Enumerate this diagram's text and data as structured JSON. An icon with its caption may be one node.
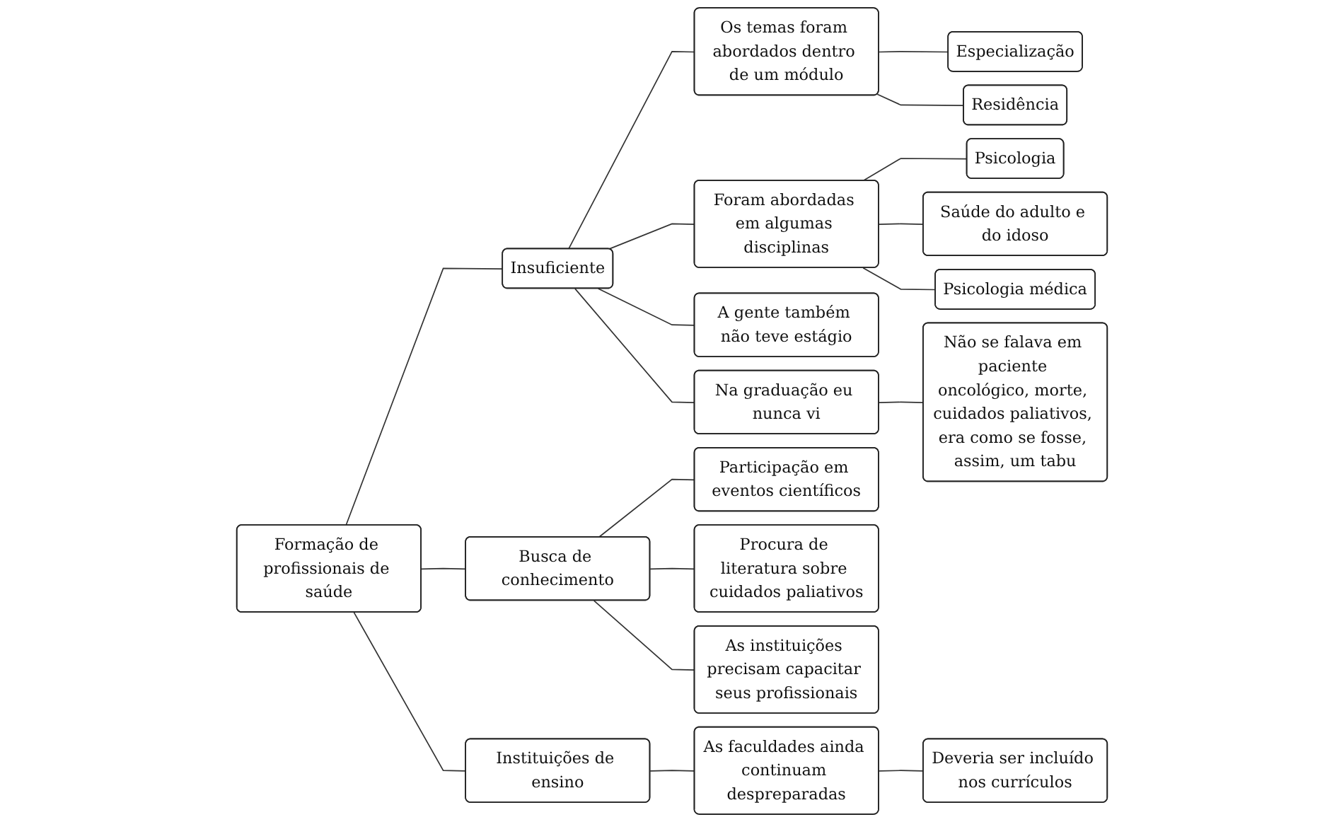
{
  "diagram": {
    "nodes": [
      {
        "text": [
          "Formação de profissionais de saúde"
        ]
      },
      {
        "text": [
          "Insuficiente"
        ]
      },
      {
        "text": [
          "Os temas foram abordados dentro de um módulo"
        ]
      },
      {
        "text": [
          "Especialização"
        ]
      },
      {
        "text": [
          "Residência"
        ]
      },
      {
        "text": [
          "Foram abordadas em algumas disciplinas"
        ]
      },
      {
        "text": [
          "Psicologia"
        ]
      },
      {
        "text": [
          "Saúde do adulto e do idoso"
        ]
      },
      {
        "text": [
          "Psicologia médica"
        ]
      },
      {
        "text": [
          "A gente também não teve estágio"
        ]
      },
      {
        "text": [
          "Na graduação eu nunca vi"
        ]
      },
      {
        "text": [
          "Não se falava em paciente oncológico, morte, cuidados paliativos, era como se fosse, assim, um tabu"
        ]
      },
      {
        "text": [
          "Busca de conhecimento"
        ]
      },
      {
        "text": [
          "Participação em eventos científicos"
        ]
      },
      {
        "text": [
          "Procura de literatura sobre cuidados paliativos"
        ]
      },
      {
        "text": [
          "As instituições precisam capacitar seus profissionais"
        ]
      },
      {
        "text": [
          "Instituições de ensino"
        ]
      },
      {
        "text": [
          "As faculdades ainda continuam despreparadas"
        ]
      },
      {
        "text": [
          "Deveria ser incluído nos currículos"
        ]
      }
    ],
    "edges": [
      {
        "from": 0,
        "to": 1,
        "arrow": "none"
      },
      {
        "from": 1,
        "to": 2,
        "arrow": "none"
      },
      {
        "from": 2,
        "to": 3,
        "arrow": "none"
      },
      {
        "from": 2,
        "to": 4,
        "arrow": "none"
      },
      {
        "from": 1,
        "to": 5,
        "arrow": "none"
      },
      {
        "from": 5,
        "to": 6,
        "arrow": "none"
      },
      {
        "from": 5,
        "to": 7,
        "arrow": "none"
      },
      {
        "from": 5,
        "to": 8,
        "arrow": "none"
      },
      {
        "from": 1,
        "to": 9,
        "arrow": "none"
      },
      {
        "from": 1,
        "to": 10,
        "arrow": "none"
      },
      {
        "from": 10,
        "to": 11,
        "arrow": "none"
      },
      {
        "from": 0,
        "to": 12,
        "arrow": "none"
      },
      {
        "from": 12,
        "to": 13,
        "arrow": "none"
      },
      {
        "from": 12,
        "to": 14,
        "arrow": "none"
      },
      {
        "from": 12,
        "to": 15,
        "arrow": "none"
      },
      {
        "from": 0,
        "to": 16,
        "arrow": "none"
      },
      {
        "from": 16,
        "to": 17,
        "arrow": "none"
      },
      {
        "from": 17,
        "to": 18,
        "arrow": "none"
      }
    ]
  }
}
